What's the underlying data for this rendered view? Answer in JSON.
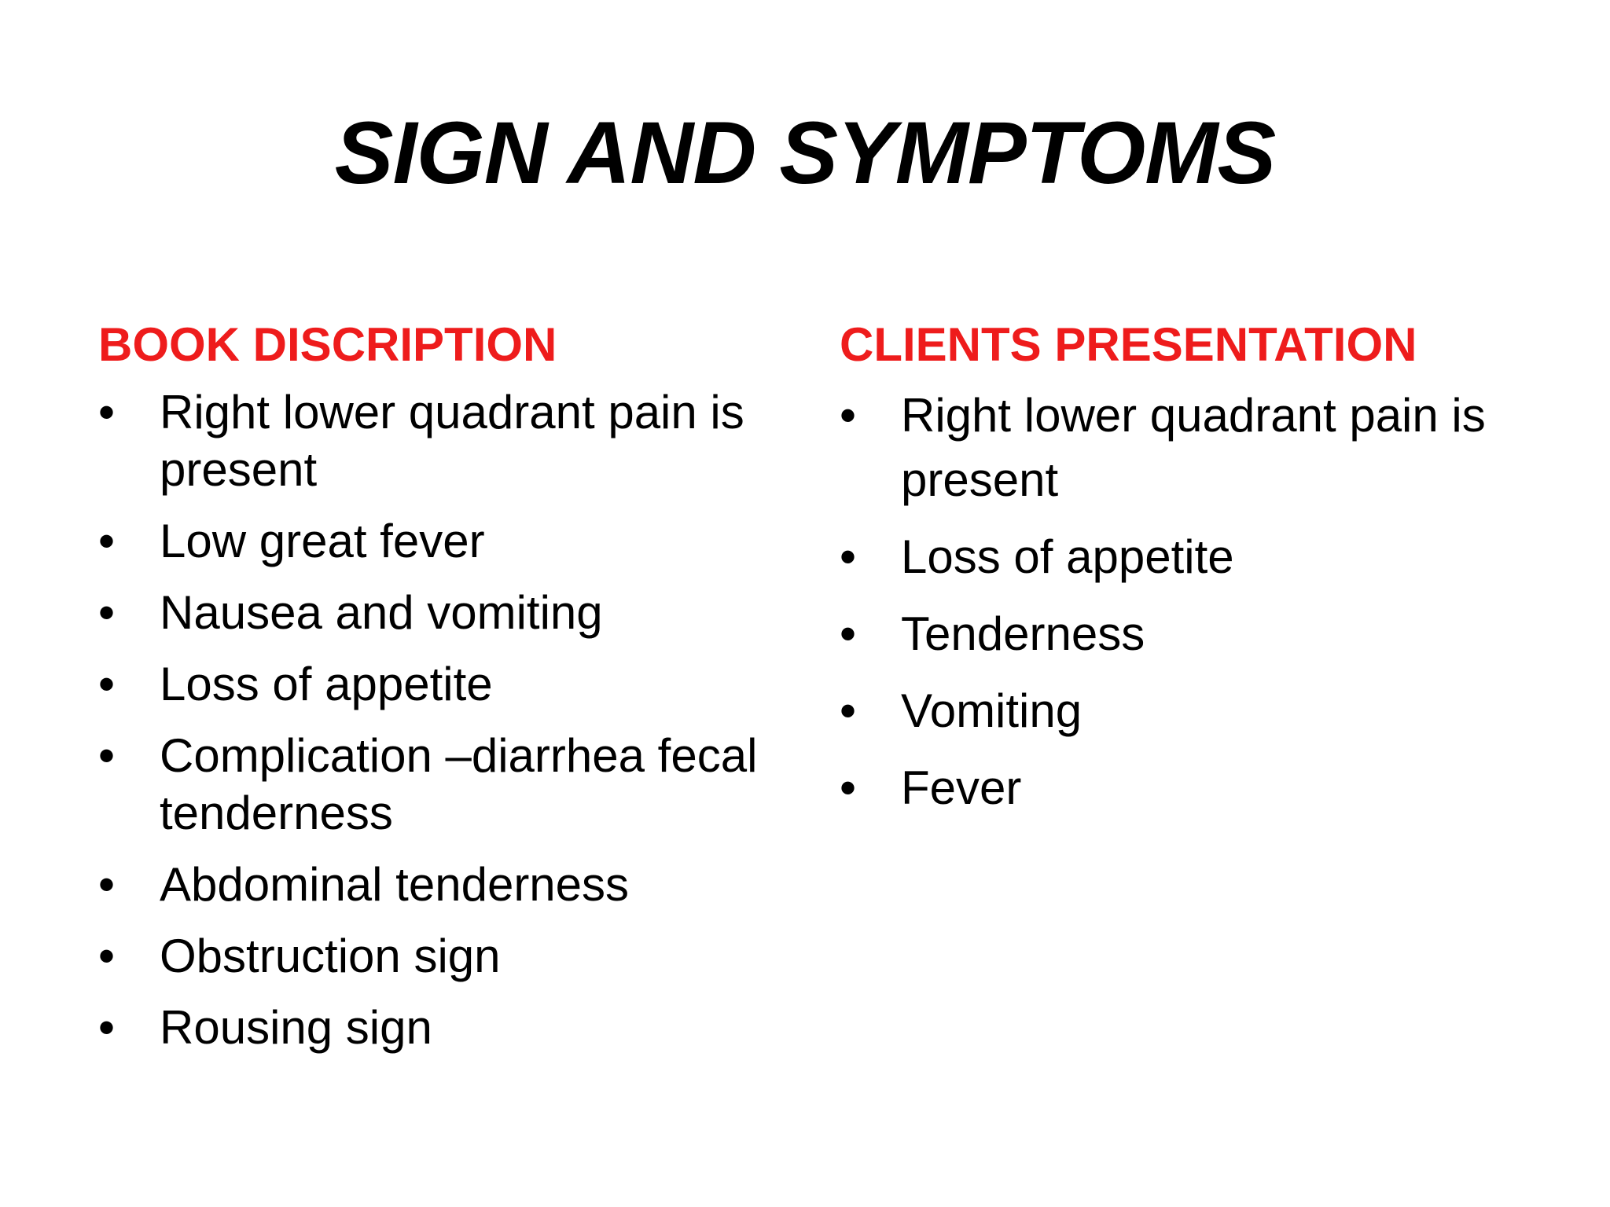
{
  "slide": {
    "title": "SIGN AND SYMPTOMS",
    "bullet_glyph": "•",
    "colors": {
      "heading": "#ee1c1c",
      "text": "#000000",
      "background": "#ffffff"
    },
    "left_column": {
      "heading": "BOOK DISCRIPTION",
      "items": [
        "Right lower quadrant pain is present",
        "Low great fever",
        "Nausea and vomiting",
        "Loss of appetite",
        "Complication –diarrhea fecal tenderness",
        "Abdominal tenderness",
        "Obstruction sign",
        "Rousing sign"
      ]
    },
    "right_column": {
      "heading": "CLIENTS PRESENTATION",
      "items": [
        "Right lower quadrant pain is present",
        "Loss of appetite",
        "Tenderness",
        "Vomiting",
        "Fever"
      ]
    }
  }
}
